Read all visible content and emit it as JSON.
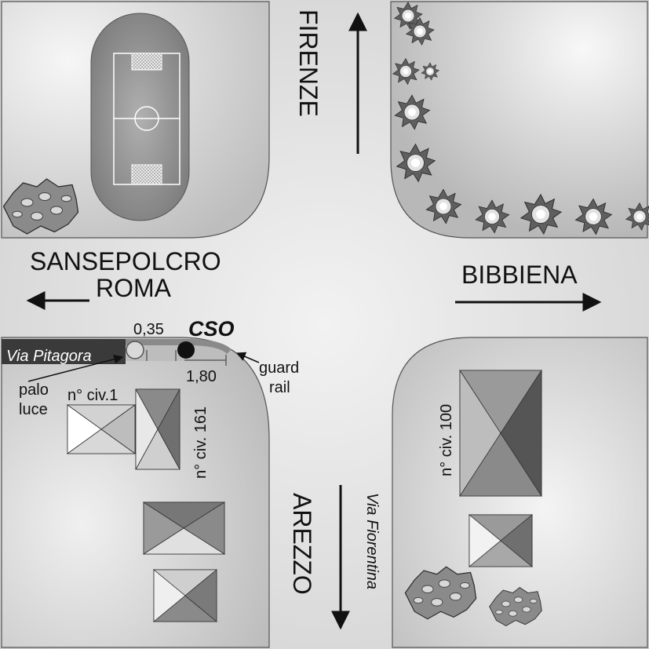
{
  "directions": {
    "north": "FIRENZE",
    "west_line1": "SANSEPOLCRO",
    "west_line2": "ROMA",
    "east": "BIBBIENA",
    "south": "AREZZO"
  },
  "streets": {
    "west": "Via Pitagora",
    "south": "Via Fiorentina"
  },
  "station": {
    "label": "CSO",
    "distance_left": "0,35",
    "distance_below": "1,80"
  },
  "annotations": {
    "lamp_line1": "palo",
    "lamp_line2": "luce",
    "rail_line1": "guard",
    "rail_line2": "rail"
  },
  "buildings": {
    "civ1": "n° civ.1",
    "civ161": "n° civ. 161",
    "civ100": "n° civ. 100"
  },
  "colors": {
    "road": "#d9d9d9",
    "block": "#c4c4c4",
    "street_band": "#3a3a3a",
    "field": "#9a9a9a"
  }
}
